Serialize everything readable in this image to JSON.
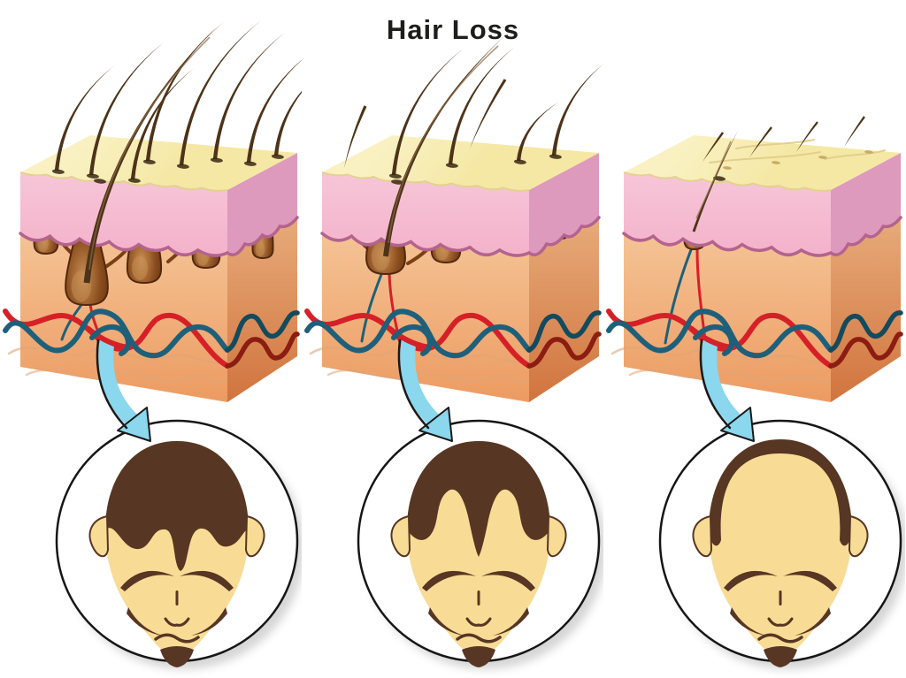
{
  "title": "Hair Loss",
  "figure": {
    "description": "three-stage skin cross-sections with arrows to top-view head portraits",
    "panels": [
      {
        "stage": 1,
        "head": "full-hair",
        "surface_hairs": 8,
        "follicles": 5
      },
      {
        "stage": 2,
        "head": "receding-hairline",
        "surface_hairs": 7,
        "follicles": 5
      },
      {
        "stage": 3,
        "head": "bald-crown",
        "surface_hairs": 5,
        "follicles": 1
      }
    ]
  },
  "colors": {
    "title_text": "#1d1d1b",
    "skin_surface": "#f5e8a5",
    "skin_surface_back": "#f9f1c2",
    "surface_lip_line": "#e3d28e",
    "epidermis_pink": "#f3b2ca",
    "epidermis_pink_light": "#f7c6d8",
    "epidermis_pink_stroke": "#b4638f",
    "epidermis_pink_side": "#dd9abc",
    "dermis_front_top": "#f8d2a8",
    "dermis_front_bottom": "#ec9a60",
    "dermis_side_top": "#eebd8d",
    "dermis_side_bottom": "#d1743e",
    "follicle_light": "#c89055",
    "follicle_mid": "#8a4d1d",
    "follicle_dark": "#5f2e0f",
    "follicle_outline": "#53280e",
    "hair": "#4d3319",
    "hair_highlight": "#8d6b45",
    "vessel_red": "#d62027",
    "vessel_teal": "#1e607a",
    "vessel_red_dark": "#8c1d12",
    "vessel_teal_dark": "#134a5e",
    "vessel_faint": "#dfa578",
    "arrow_fill": "#8bd7ed",
    "arrow_outline": "#1a1a1a",
    "head_hair": "#573623",
    "head_skin": "#f8dc96",
    "circle_stroke": "#161616"
  }
}
